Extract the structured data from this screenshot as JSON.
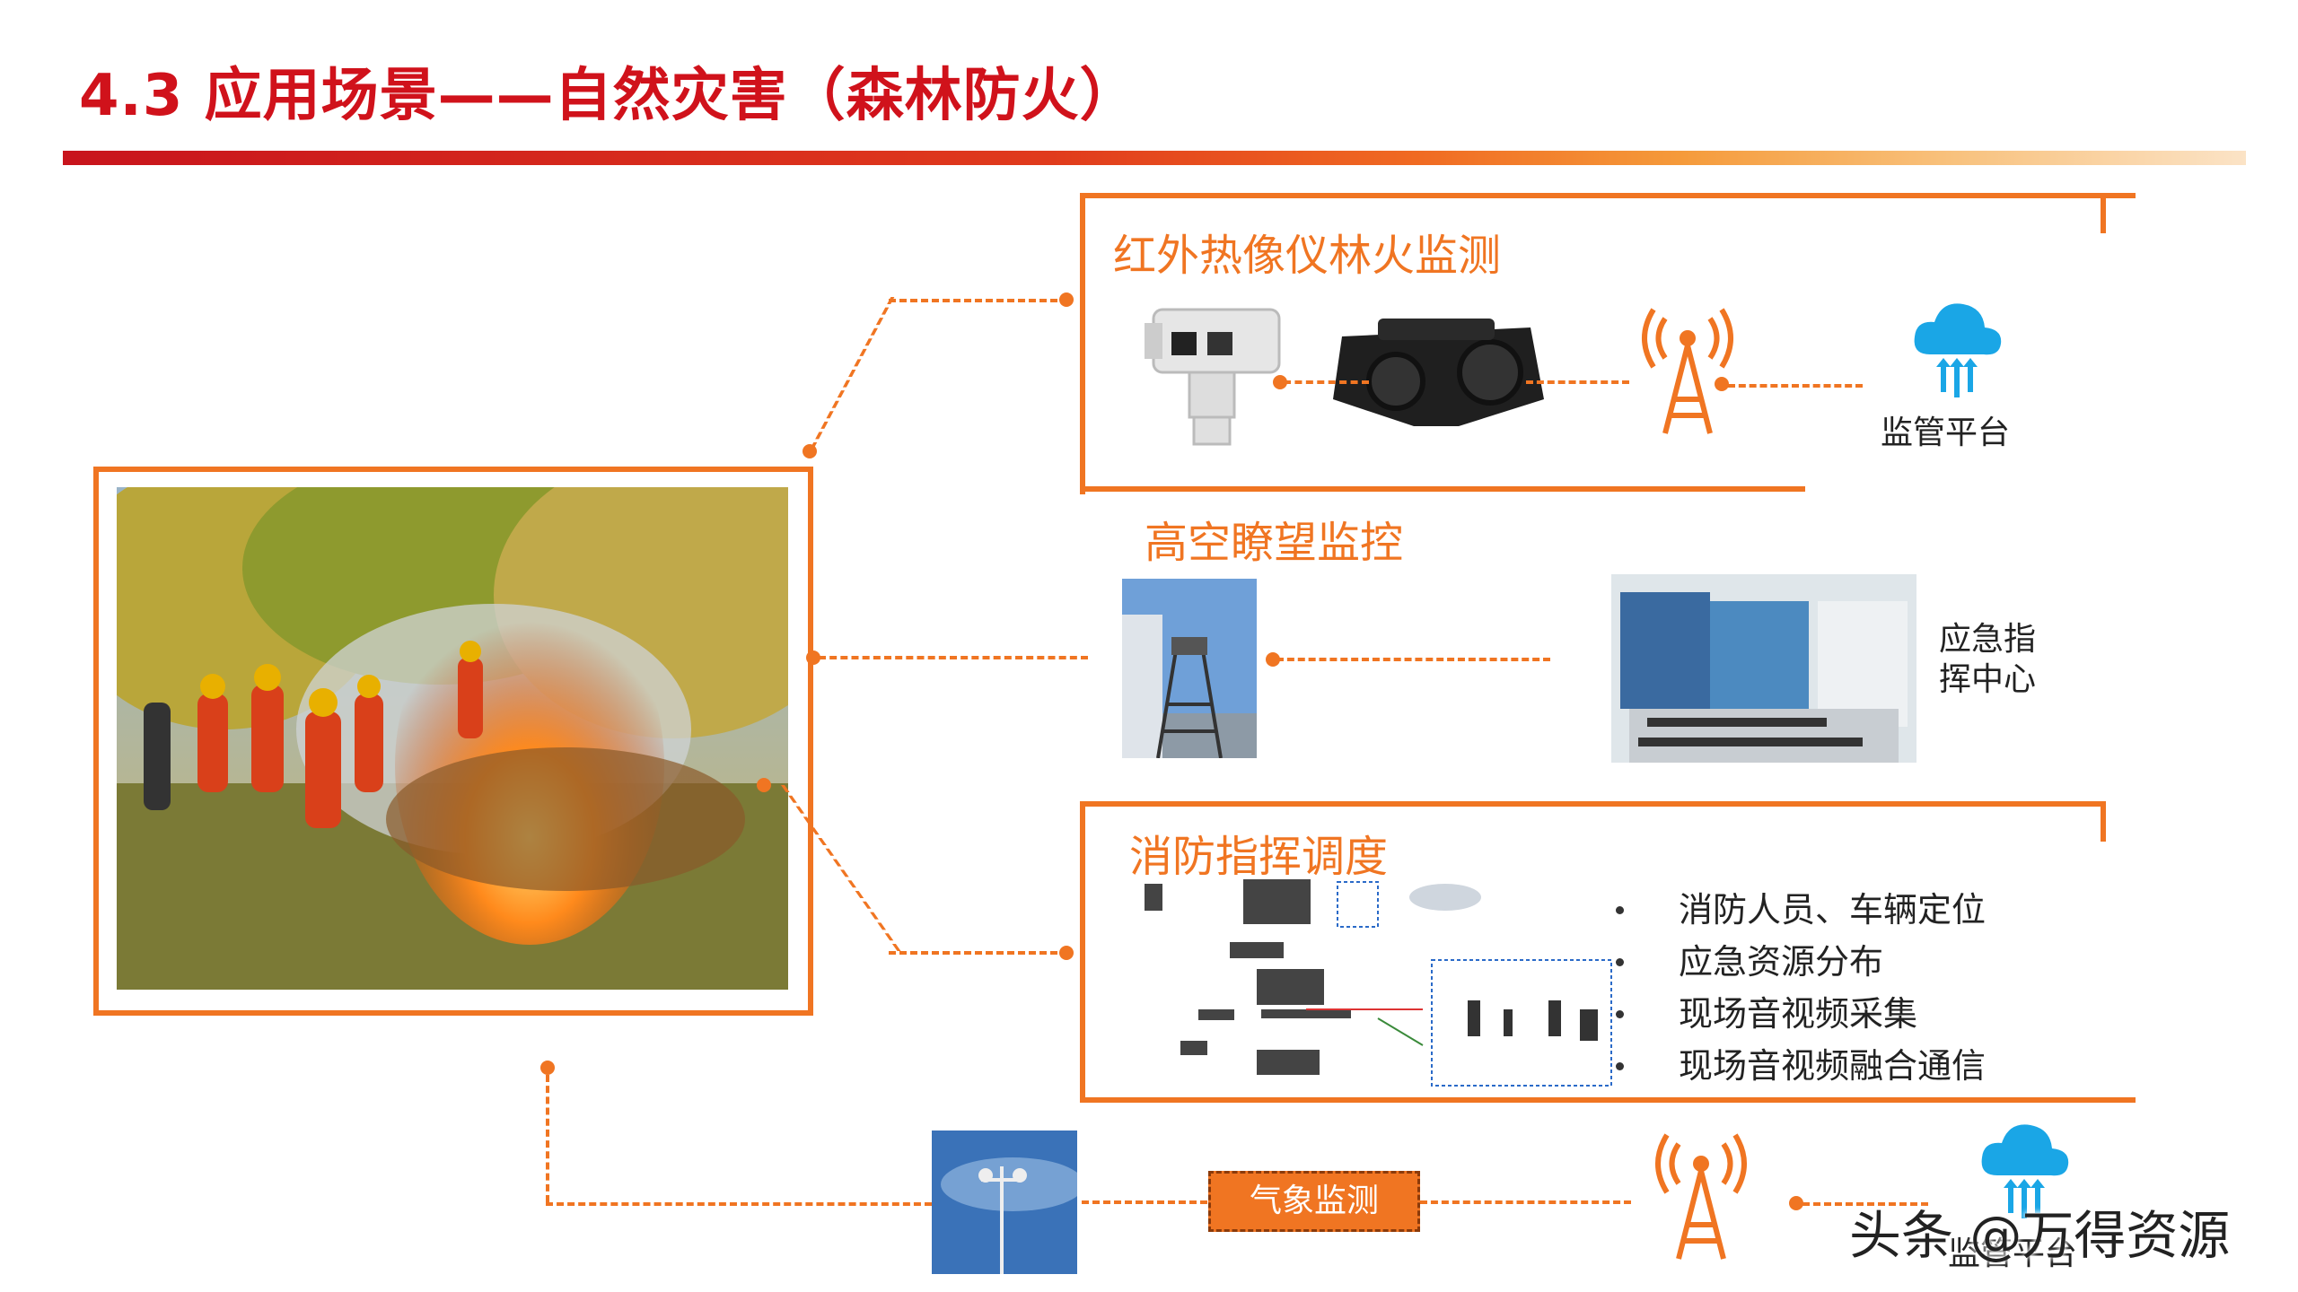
{
  "slide": {
    "title": "4.3 应用场景——自然灾害（森林防火）",
    "accent_color": "#f07522",
    "title_color": "#d0121b"
  },
  "sections": {
    "infrared": {
      "label": "红外热像仪林火监测",
      "platform_label": "监管平台"
    },
    "aerial": {
      "label": "高空瞭望监控",
      "center_label": "应急指\n挥中心"
    },
    "dispatch": {
      "label": "消防指挥调度",
      "bullets": [
        "消防人员、车辆定位",
        "应急资源分布",
        "现场音视频采集",
        "现场音视频融合通信"
      ]
    },
    "weather": {
      "label": "气象监测",
      "platform_label": "监管平台"
    }
  },
  "icons": [
    "camera-icon",
    "thermal-binocular-icon",
    "signal-tower-icon",
    "cloud-platform-icon"
  ],
  "watermark": "头条 @万得资源"
}
